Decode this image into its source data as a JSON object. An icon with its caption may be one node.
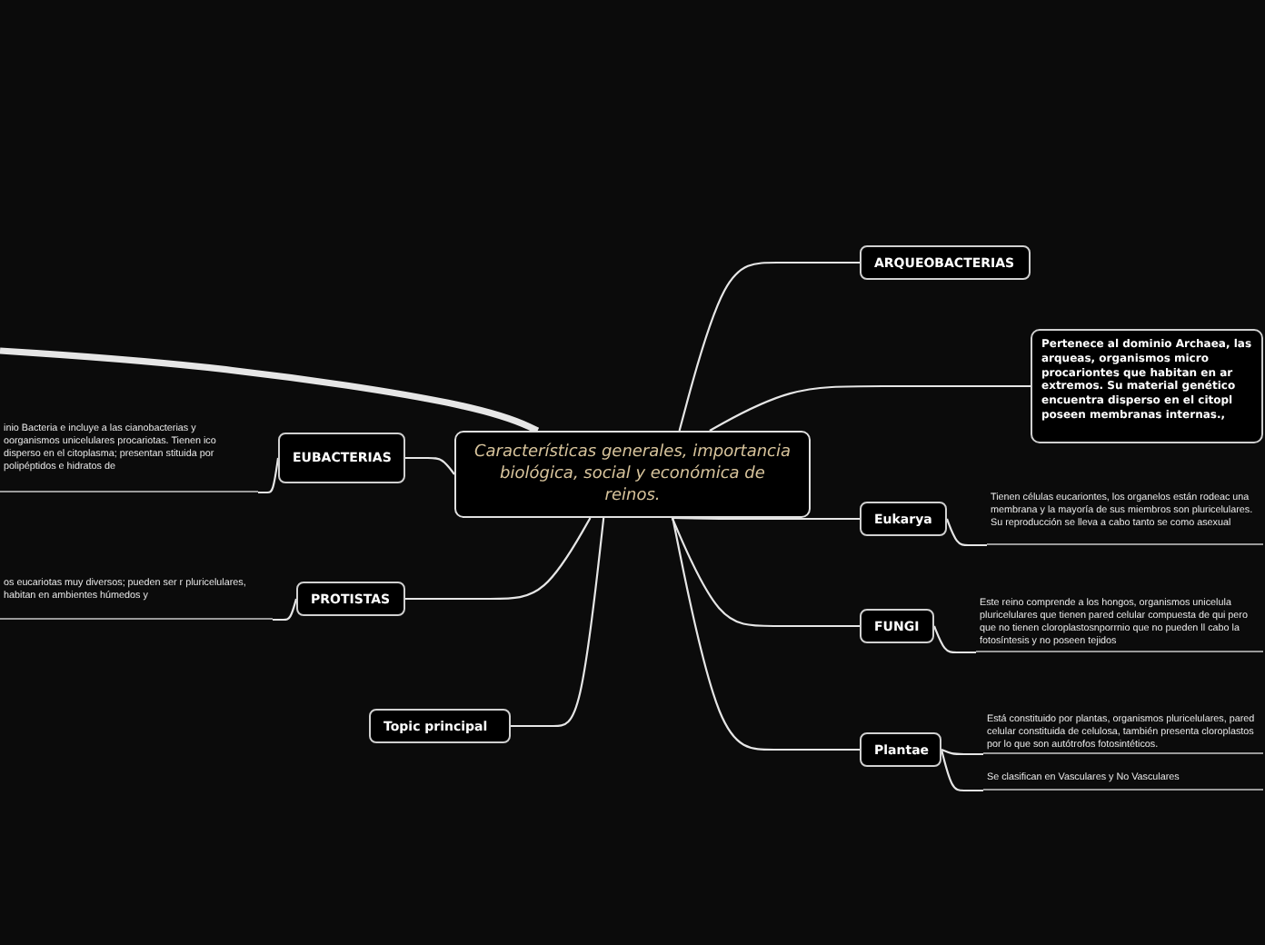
{
  "diagram": {
    "nodes": [
      {
        "text": [
          "Características generales, importancia biológica, social y económica de reinos."
        ]
      },
      {
        "text": [
          "ARQUEOBACTERIAS"
        ]
      },
      {
        "text": [
          "Pertenece al dominio Archaea, las arqueas, organismos micro procariontes que habitan en ar extremos. Su material genético encuentra disperso en el citopl poseen membranas internas.,"
        ]
      },
      {
        "text": [
          "Eukarya"
        ]
      },
      {
        "text": [
          "Tienen células eucariontes, los organelos están rodeac una membrana y la mayoría de sus miembros son pluricelulares. Su reproducción se lleva a cabo tanto se como asexual"
        ]
      },
      {
        "text": [
          "FUNGI"
        ]
      },
      {
        "text": [
          "Este reino comprende a los hongos, organismos unicelula pluricelulares que tienen pared celular compuesta de qui pero que no tienen cloroplastosnporrnio que no pueden ll cabo la fotosíntesis y no poseen tejidos"
        ]
      },
      {
        "text": [
          "Plantae"
        ]
      },
      {
        "text": [
          "Está constituido por plantas, organismos pluricelulares, pared celular constituida de celulosa, también presenta cloroplastos por lo que son autótrofos fotosintéticos."
        ]
      },
      {
        "text": [
          "Se clasifican en Vasculares y No Vasculares"
        ]
      },
      {
        "text": [
          "EUBACTERIAS"
        ]
      },
      {
        "text": [
          "inio Bacteria e incluye a las cianobacterias y oorganismos unicelulares procariotas. Tienen ico disperso en el citoplasma; presentan stituida por polipéptidos e hidratos de"
        ]
      },
      {
        "text": [
          "PROTISTAS"
        ]
      },
      {
        "text": [
          "os eucariotas muy diversos; pueden ser r pluricelulares, habitan en ambientes húmedos y"
        ]
      },
      {
        "text": [
          "Topic principal"
        ]
      }
    ],
    "edges": [
      {
        "from": null,
        "to": 0,
        "arrow": "none",
        "style": "thick"
      },
      {
        "from": 0,
        "to": 1,
        "arrow": "none"
      },
      {
        "from": 0,
        "to": 2,
        "arrow": "none"
      },
      {
        "from": 0,
        "to": 3,
        "arrow": "none"
      },
      {
        "from": 3,
        "to": 4,
        "arrow": "none"
      },
      {
        "from": 0,
        "to": 5,
        "arrow": "none"
      },
      {
        "from": 5,
        "to": 6,
        "arrow": "none"
      },
      {
        "from": 0,
        "to": 7,
        "arrow": "none"
      },
      {
        "from": 7,
        "to": 8,
        "arrow": "none"
      },
      {
        "from": 7,
        "to": 9,
        "arrow": "none"
      },
      {
        "from": 0,
        "to": 10,
        "arrow": "none"
      },
      {
        "from": 10,
        "to": 11,
        "arrow": "none"
      },
      {
        "from": 0,
        "to": 12,
        "arrow": "none"
      },
      {
        "from": 12,
        "to": 13,
        "arrow": "none"
      },
      {
        "from": 0,
        "to": 14,
        "arrow": "none"
      }
    ]
  }
}
